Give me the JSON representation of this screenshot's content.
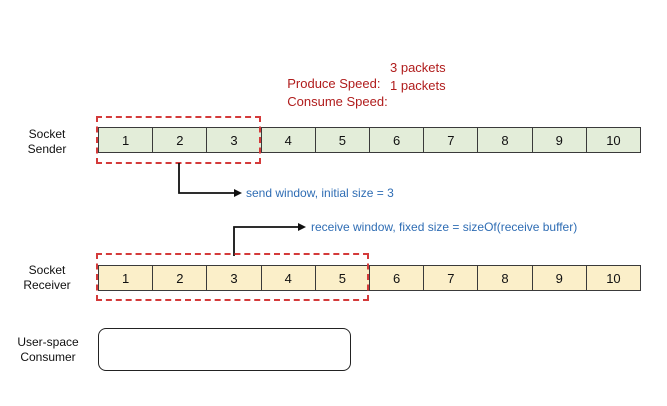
{
  "speeds": {
    "produce_label": "Produce Speed:",
    "produce_value": "3 packets",
    "consume_label": "Consume Speed:",
    "consume_value": "1 packets"
  },
  "sender": {
    "label_line1": "Socket",
    "label_line2": "Sender",
    "cells": [
      "1",
      "2",
      "3",
      "4",
      "5",
      "6",
      "7",
      "8",
      "9",
      "10"
    ],
    "window_note": "send window, initial size = 3",
    "window_cells": 3
  },
  "receiver": {
    "label_line1": "Socket",
    "label_line2": "Receiver",
    "cells": [
      "1",
      "2",
      "3",
      "4",
      "5",
      "6",
      "7",
      "8",
      "9",
      "10"
    ],
    "window_note": "receive window,  fixed size = sizeOf(receive buffer)",
    "window_cells": 5
  },
  "consumer": {
    "label_line1": "User-space",
    "label_line2": "Consumer"
  },
  "colors": {
    "speed_text": "#b01c1c",
    "note_text": "#2f6db4",
    "window_border": "#d43a3a",
    "sender_fill": "#e3edd9",
    "receiver_fill": "#fbefc9"
  }
}
